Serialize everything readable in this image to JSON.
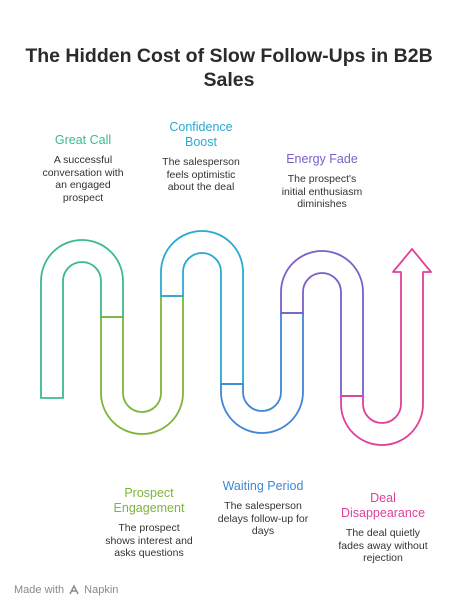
{
  "title_line1": "The Hidden Cost of Slow Follow-Ups in B2B",
  "title_line2": "Sales",
  "stages": [
    {
      "label": "Great Call",
      "desc": [
        "A successful",
        "conversation with",
        "an engaged",
        "prospect"
      ],
      "color": "#3dba8c"
    },
    {
      "label": "Confidence",
      "label2": "Boost",
      "desc": [
        "The salesperson",
        "feels optimistic",
        "about the deal"
      ],
      "color": "#2aa9d2"
    },
    {
      "label": "Energy Fade",
      "desc": [
        "The prospect's",
        "initial enthusiasm",
        "diminishes"
      ],
      "color": "#7b5fc9"
    },
    {
      "label": "Prospect",
      "label2": "Engagement",
      "desc": [
        "The prospect",
        "shows interest and",
        "asks questions"
      ],
      "color": "#7cb53a"
    },
    {
      "label": "Waiting Period",
      "desc": [
        "The salesperson",
        "delays follow-up for",
        "days"
      ],
      "color": "#3f86d6"
    },
    {
      "label": "Deal",
      "label2": "Disappearance",
      "desc": [
        "The deal quietly",
        "fades away without",
        "rejection"
      ],
      "color": "#e0409a"
    }
  ],
  "footer": {
    "made_with": "Made with",
    "brand": "Napkin"
  }
}
